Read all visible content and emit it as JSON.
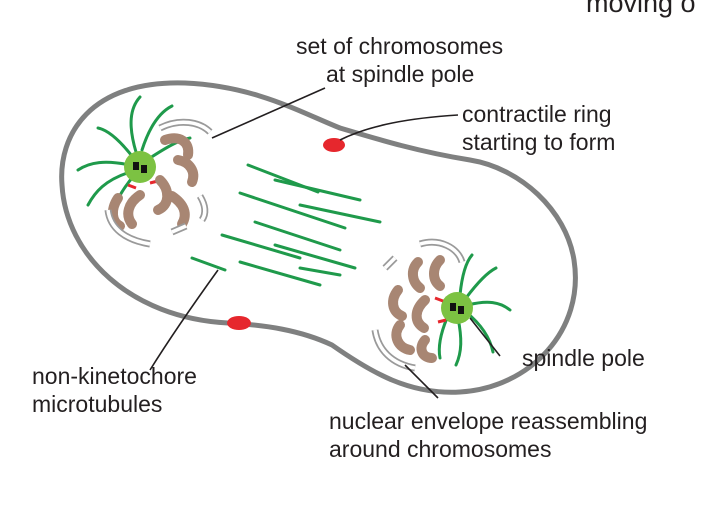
{
  "header": {
    "cropped_title": "moving o"
  },
  "labels": {
    "chromosomes_at_pole": {
      "line1": "set of chromosomes",
      "line2": "at spindle pole"
    },
    "contractile_ring": {
      "line1": "contractile ring",
      "line2": "starting to form"
    },
    "non_kinetochore": {
      "line1": "non-kinetochore",
      "line2": "microtubules"
    },
    "spindle_pole": {
      "line1": "spindle pole"
    },
    "nuclear_envelope": {
      "line1": "nuclear envelope reassembling",
      "line2": "around chromosomes"
    }
  },
  "colors": {
    "membrane": "#7f8080",
    "microtubule": "#1f9a4b",
    "pole": "#7cc242",
    "chromosome": "#a88673",
    "ring": "#e6272d",
    "envelope": "#9a9a9a"
  }
}
